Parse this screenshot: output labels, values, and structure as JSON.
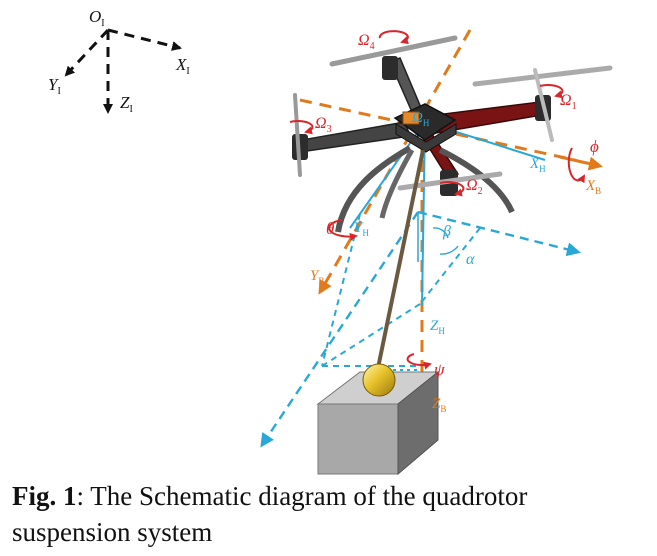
{
  "inertial_frame": {
    "origin": {
      "main": "O",
      "sub": "I"
    },
    "x": {
      "main": "X",
      "sub": "I"
    },
    "y": {
      "main": "Y",
      "sub": "I"
    },
    "z": {
      "main": "Z",
      "sub": "I"
    }
  },
  "rotor_labels": [
    {
      "main": "Ω",
      "sub": "4"
    },
    {
      "main": "Ω",
      "sub": "1"
    },
    {
      "main": "Ω",
      "sub": "3"
    },
    {
      "main": "Ω",
      "sub": "2"
    }
  ],
  "hub_label": {
    "main": "Ω",
    "sub": "H"
  },
  "hook_frame": {
    "x": {
      "main": "X",
      "sub": "H"
    },
    "y": {
      "main": "Y",
      "sub": "H"
    },
    "z": {
      "main": "Z",
      "sub": "H"
    }
  },
  "body_frame": {
    "x": {
      "main": "X",
      "sub": "B"
    },
    "y": {
      "main": "Y",
      "sub": "B"
    },
    "z": {
      "main": "Z",
      "sub": "B"
    }
  },
  "angles": {
    "phi": "ϕ",
    "theta": "θ",
    "psi": "ψ",
    "alpha": "α",
    "beta": "β"
  },
  "colors": {
    "body_axis": "#e07a1a",
    "hook_axis": "#29a8d8",
    "rotation": "#d8262b",
    "inertial": "#111111"
  },
  "caption": {
    "label": "Fig. 1",
    "text": ": The Schematic diagram of the quadrotor suspension system"
  }
}
